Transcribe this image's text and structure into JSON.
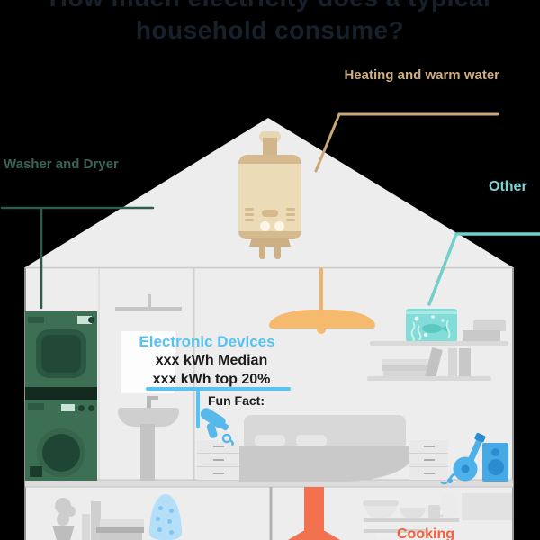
{
  "title": {
    "line1": "How much electricity does a typical",
    "line2": "household consume?"
  },
  "labels": {
    "heating": "Heating and warm water",
    "washer_dryer": "Washer and Dryer",
    "other": "Other",
    "cooking": "Cooking"
  },
  "tooltip": {
    "heading": "Electronic Devices",
    "median": "xxx kWh Median",
    "top20": "xxx kWh top 20%",
    "fun_fact": "Fun Fact:"
  },
  "colors": {
    "background": "#000000",
    "house_fill": "#ededee",
    "heating_accent": "#cfae83",
    "boiler_body": "#ecdbb7",
    "washer_dryer_accent": "#376453",
    "appliance_green": "#3d6f55",
    "other_accent": "#7ed3d3",
    "aquarium_teal": "#82dcd7",
    "devices_accent": "#56c2f2",
    "device_blue": "#4fb1e9",
    "cooking_accent": "#f2613c",
    "hood_orange": "#f2714e",
    "lamp_orange": "#f5ba6e",
    "furniture_gray": "#d2d2d2",
    "text_dark": "#1c1c1c",
    "title_color": "#16212c"
  }
}
